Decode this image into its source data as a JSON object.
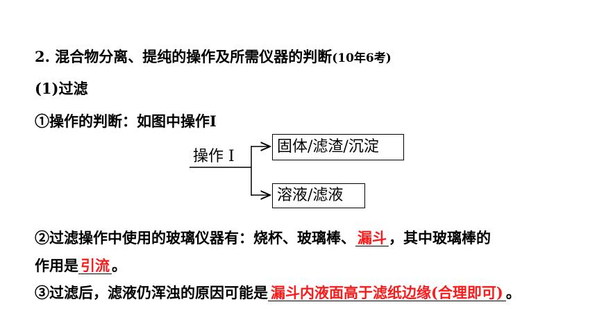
{
  "heading": {
    "main": "2. 混合物分离、提纯的操作及所需仪器的判断",
    "note": "(10年6考)"
  },
  "subheading": "(1)过滤",
  "item1": {
    "text": "①操作的判断：如图中操作I"
  },
  "diagram": {
    "operation_label": "操作 I",
    "box_top": "固体/滤渣/沉淀",
    "box_bottom": "溶液/滤液"
  },
  "item2": {
    "text_before": "②过滤操作中使用的玻璃仪器有：烧杯、玻璃棒、",
    "answer1": "漏斗",
    "text_after": "，其中玻璃棒的"
  },
  "item2b": {
    "text_before": "作用是",
    "answer2": "引流",
    "text_after": "。"
  },
  "item3": {
    "text_before": "③过滤后，滤液仍浑浊的原因可能是",
    "answer3": "漏斗内液面高于滤纸边缘(合理即可)",
    "text_after": "。"
  },
  "colors": {
    "answer": "#ff1a1a",
    "text": "#000000"
  }
}
